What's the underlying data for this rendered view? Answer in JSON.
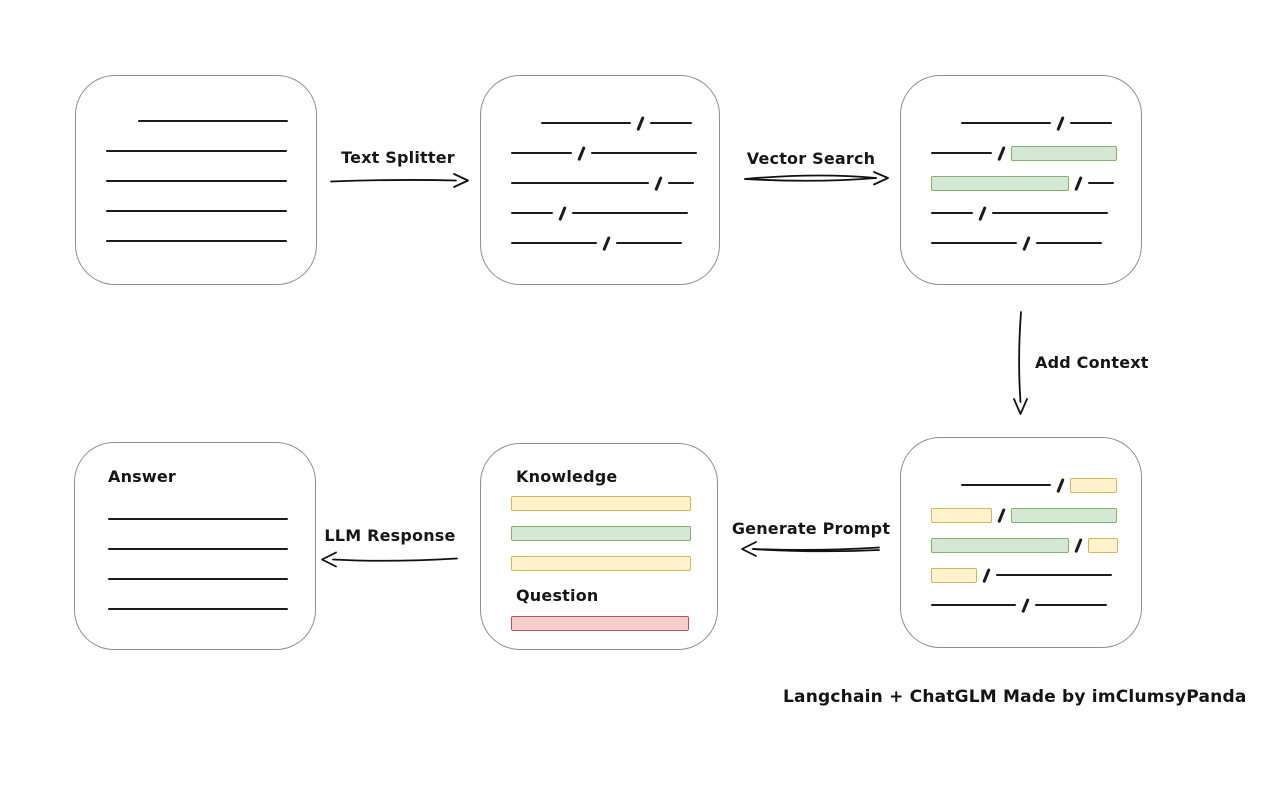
{
  "labels": {
    "text_splitter": "Text Splitter",
    "vector_search": "Vector Search",
    "add_context": "Add Context",
    "generate_prompt": "Generate Prompt",
    "llm_response": "LLM Response",
    "knowledge": "Knowledge",
    "question": "Question",
    "answer": "Answer"
  },
  "footer": {
    "credit": "Langchain + ChatGLM Made by imClumsyPanda"
  },
  "colors": {
    "line": "#1b1b1b",
    "arrow": "#111111",
    "box_border": "#8f8f8f",
    "yellow_fill": "#fff2cc",
    "yellow_border": "#d6b656",
    "green_fill": "#d5e8d4",
    "green_border": "#82b366",
    "red_fill": "#f8cecc",
    "red_border": "#b85450"
  },
  "boxes": {
    "source_document": {
      "rows": [
        {
          "indent": 62,
          "segments": [
            {
              "t": "line",
              "w": 150
            }
          ]
        },
        {
          "indent": 30,
          "segments": [
            {
              "t": "line",
              "w": 181
            }
          ]
        },
        {
          "indent": 30,
          "segments": [
            {
              "t": "line",
              "w": 181
            }
          ]
        },
        {
          "indent": 30,
          "segments": [
            {
              "t": "line",
              "w": 181
            }
          ]
        },
        {
          "indent": 30,
          "segments": [
            {
              "t": "line",
              "w": 181
            }
          ]
        }
      ]
    },
    "split_text": {
      "rows": [
        {
          "indent": 60,
          "segments": [
            {
              "t": "line",
              "w": 90
            },
            {
              "t": "slash"
            },
            {
              "t": "line",
              "w": 42
            }
          ]
        },
        {
          "indent": 30,
          "segments": [
            {
              "t": "line",
              "w": 61
            },
            {
              "t": "slash"
            },
            {
              "t": "line",
              "w": 106
            }
          ]
        },
        {
          "indent": 30,
          "segments": [
            {
              "t": "line",
              "w": 138
            },
            {
              "t": "slash"
            },
            {
              "t": "line",
              "w": 26
            }
          ]
        },
        {
          "indent": 30,
          "segments": [
            {
              "t": "line",
              "w": 42
            },
            {
              "t": "slash"
            },
            {
              "t": "line",
              "w": 116
            }
          ]
        },
        {
          "indent": 30,
          "segments": [
            {
              "t": "line",
              "w": 86
            },
            {
              "t": "slash"
            },
            {
              "t": "line",
              "w": 66
            }
          ]
        }
      ]
    },
    "search_results": {
      "rows": [
        {
          "indent": 60,
          "segments": [
            {
              "t": "line",
              "w": 90
            },
            {
              "t": "slash"
            },
            {
              "t": "line",
              "w": 42
            }
          ]
        },
        {
          "indent": 30,
          "segments": [
            {
              "t": "line",
              "w": 61
            },
            {
              "t": "slash"
            },
            {
              "t": "bar",
              "color": "green",
              "w": 106
            }
          ]
        },
        {
          "indent": 30,
          "segments": [
            {
              "t": "bar",
              "color": "green",
              "w": 138
            },
            {
              "t": "slash"
            },
            {
              "t": "line",
              "w": 26
            }
          ]
        },
        {
          "indent": 30,
          "segments": [
            {
              "t": "line",
              "w": 42
            },
            {
              "t": "slash"
            },
            {
              "t": "line",
              "w": 116
            }
          ]
        },
        {
          "indent": 30,
          "segments": [
            {
              "t": "line",
              "w": 86
            },
            {
              "t": "slash"
            },
            {
              "t": "line",
              "w": 66
            }
          ]
        }
      ]
    },
    "context_chunks": {
      "rows": [
        {
          "indent": 60,
          "segments": [
            {
              "t": "line",
              "w": 90
            },
            {
              "t": "slash"
            },
            {
              "t": "bar",
              "color": "yellow",
              "w": 47
            }
          ]
        },
        {
          "indent": 30,
          "segments": [
            {
              "t": "bar",
              "color": "yellow",
              "w": 61
            },
            {
              "t": "slash"
            },
            {
              "t": "bar",
              "color": "green",
              "w": 106
            }
          ]
        },
        {
          "indent": 30,
          "segments": [
            {
              "t": "bar",
              "color": "green",
              "w": 138
            },
            {
              "t": "slash"
            },
            {
              "t": "bar",
              "color": "yellow",
              "w": 30
            }
          ]
        },
        {
          "indent": 30,
          "segments": [
            {
              "t": "bar",
              "color": "yellow",
              "w": 46
            },
            {
              "t": "slash"
            },
            {
              "t": "line",
              "w": 116
            }
          ]
        },
        {
          "indent": 30,
          "segments": [
            {
              "t": "line",
              "w": 85
            },
            {
              "t": "slash"
            },
            {
              "t": "line",
              "w": 72
            }
          ]
        }
      ]
    },
    "prompt": {
      "knowledge_rows": [
        {
          "indent": 0,
          "segments": [
            {
              "t": "bar",
              "color": "yellow",
              "w": 180
            }
          ]
        },
        {
          "indent": 0,
          "segments": [
            {
              "t": "bar",
              "color": "green",
              "w": 180
            }
          ]
        },
        {
          "indent": 0,
          "segments": [
            {
              "t": "bar",
              "color": "yellow",
              "w": 180
            }
          ]
        }
      ],
      "question_rows": [
        {
          "indent": 0,
          "segments": [
            {
              "t": "bar",
              "color": "red",
              "w": 178
            }
          ]
        }
      ]
    },
    "answer": {
      "rows": [
        {
          "indent": 0,
          "segments": [
            {
              "t": "line",
              "w": 180
            }
          ]
        },
        {
          "indent": 0,
          "segments": [
            {
              "t": "line",
              "w": 180
            }
          ]
        },
        {
          "indent": 0,
          "segments": [
            {
              "t": "line",
              "w": 180
            }
          ]
        },
        {
          "indent": 0,
          "segments": [
            {
              "t": "line",
              "w": 180
            }
          ]
        }
      ]
    }
  }
}
